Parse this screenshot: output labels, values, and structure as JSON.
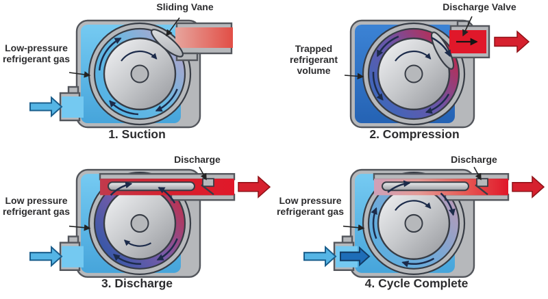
{
  "colors": {
    "background": "#ffffff",
    "casing_gray": "#b6b8bb",
    "casing_outline": "#53565c",
    "inner_outline": "#373c45",
    "flow_arrow": "#1c2b4a",
    "annotation_arrow": "#232323",
    "text": "#2c2c2e",
    "inlet_arrow_blue": "#55b5e5",
    "inlet_arrow_outline": "#1a5e8c",
    "inlet_arrow_dark_blue": "#1e6db8",
    "inlet_arrow_dark_outline": "#123c66",
    "red": "#d6212e",
    "red_outline": "#8e1016",
    "rotor_silver": [
      "#f3f4f6",
      "#c7c9cc",
      "#94969b"
    ],
    "vane_silver": [
      "#ebedef",
      "#9b9ea3"
    ]
  },
  "panels": [
    {
      "id": "suction",
      "caption": "1. Suction",
      "annotations": {
        "top": "Sliding Vane",
        "left": "Low-pressure refrigerant gas"
      },
      "state": {
        "phase": "Suction",
        "vane": "tilted",
        "inlet_arrows": 1,
        "outlet": "open-pipe"
      },
      "style": {
        "body": [
          "#74c9f1",
          "#47a5db"
        ],
        "channel": [
          "#4fb0e6",
          "#66b9e3",
          "#cb9dc3"
        ],
        "pipe": [
          "#e6a39b",
          "#e25048"
        ]
      }
    },
    {
      "id": "compression",
      "caption": "2. Compression",
      "annotations": {
        "top": "Discharge Valve",
        "left": "Trapped refrigerant volume"
      },
      "state": {
        "phase": "Compression",
        "vane": "tilted-steep",
        "inlet_arrows": 0,
        "outlet": "stub-valve"
      },
      "style": {
        "body": [
          "#3b82d4",
          "#2563b4"
        ],
        "channel": [
          "#2b6fc2",
          "#6b55a8",
          "#e0182a"
        ],
        "pipe": [
          "#e0182a",
          "#e0182a"
        ]
      }
    },
    {
      "id": "discharge",
      "caption": "3. Discharge",
      "annotations": {
        "top": "Discharge",
        "left": "Low pressure refrigerant gas"
      },
      "state": {
        "phase": "Discharge",
        "vane": "horizontal",
        "inlet_arrows": 1,
        "outlet": "top-passage-valve"
      },
      "style": {
        "body": [
          "#74c9f1",
          "#47a5db"
        ],
        "channel": [
          "#1d57a8",
          "#7a5ba8",
          "#d6212e"
        ],
        "pipe": [
          "#c13a4c",
          "#d6212e",
          "#e0182a"
        ]
      }
    },
    {
      "id": "cycle-complete",
      "caption": "4. Cycle Complete",
      "annotations": {
        "top": "Discharge",
        "left": "Low pressure refrigerant gas"
      },
      "state": {
        "phase": "Cycle Complete",
        "vane": "horizontal",
        "inlet_arrows": 2,
        "outlet": "top-passage-valve"
      },
      "style": {
        "body": [
          "#74c9f1",
          "#47a5db"
        ],
        "channel": [
          "#52b2e4",
          "#78a8d6",
          "#d095ac"
        ],
        "pipe": [
          "#cfa0b8",
          "#e49a96",
          "#e65b55",
          "#e0182a"
        ]
      }
    }
  ]
}
